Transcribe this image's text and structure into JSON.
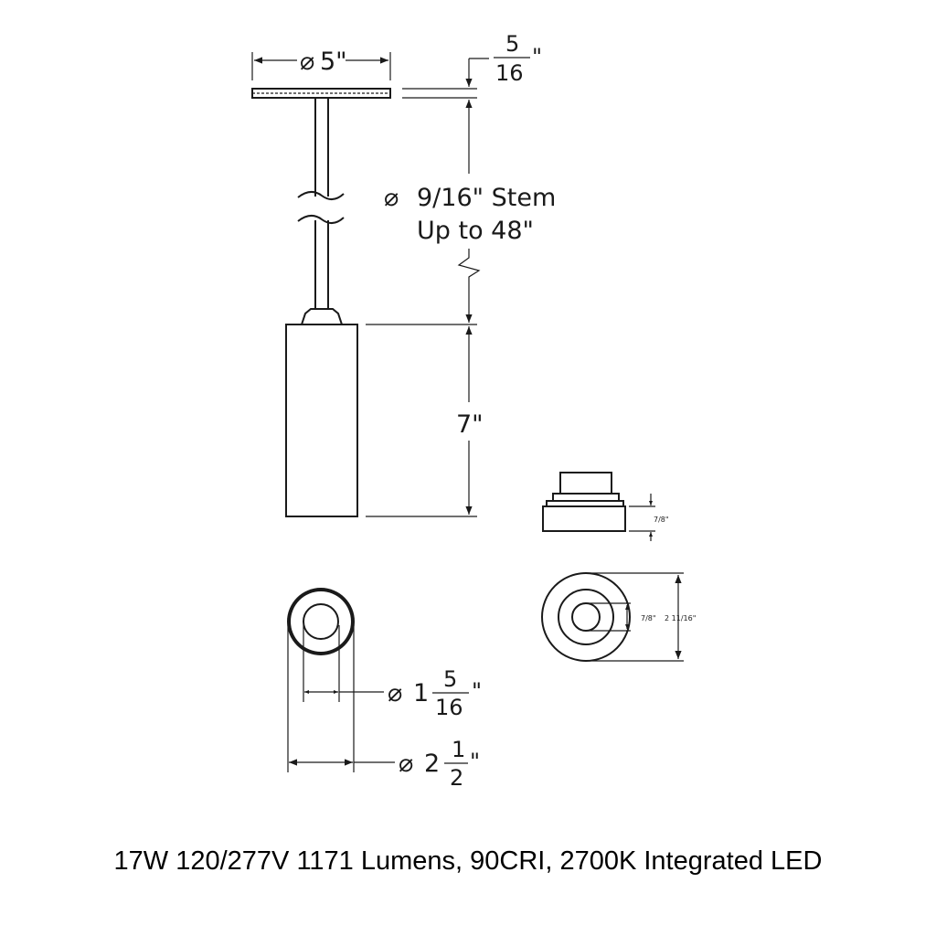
{
  "dimensions": {
    "canopy_diameter": "5\"",
    "canopy_thickness": {
      "numerator": "5",
      "denominator": "16",
      "unit": "\""
    },
    "stem_line1": "9/16\" Stem",
    "stem_line2": "Up to 48\"",
    "body_height": "7\"",
    "inner_diameter": {
      "whole": "1",
      "numerator": "5",
      "denominator": "16",
      "unit": "\""
    },
    "outer_diameter": {
      "whole": "2",
      "numerator": "1",
      "denominator": "2",
      "unit": "\""
    },
    "trim_height": "7/8\"",
    "trim_inner_diameter": "7/8\"",
    "trim_outer_diameter": "2 11/16\""
  },
  "diameter_symbol": "⌀",
  "caption": "17W 120/277V 1171 Lumens, 90CRI, 2700K Integrated LED"
}
